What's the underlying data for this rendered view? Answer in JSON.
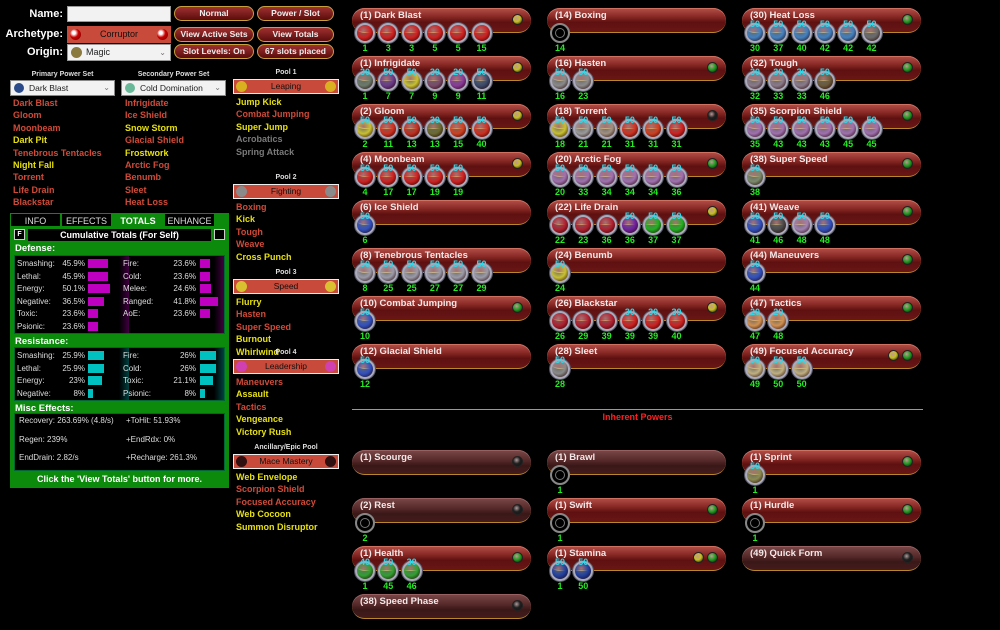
{
  "header": {
    "name_label": "Name:",
    "name_value": "",
    "archetype_label": "Archetype:",
    "archetype_value": "Corruptor",
    "origin_label": "Origin:",
    "origin_value": "Magic",
    "buttons": {
      "normal": "Normal",
      "power_slot": "Power / Slot",
      "view_active_sets": "View Active Sets",
      "view_totals": "View Totals",
      "slot_levels": "Slot Levels: On",
      "slots_placed": "67 slots placed"
    }
  },
  "primary": {
    "header": "Primary Power Set",
    "selected": "Dark Blast",
    "powers": [
      {
        "n": "Dark Blast",
        "c": "#d04a38"
      },
      {
        "n": "Gloom",
        "c": "#d04a38"
      },
      {
        "n": "Moonbeam",
        "c": "#d04a38"
      },
      {
        "n": "Dark Pit",
        "c": "#e6e010"
      },
      {
        "n": "Tenebrous Tentacles",
        "c": "#d04a38"
      },
      {
        "n": "Night Fall",
        "c": "#e6e010"
      },
      {
        "n": "Torrent",
        "c": "#d04a38"
      },
      {
        "n": "Life Drain",
        "c": "#d04a38"
      },
      {
        "n": "Blackstar",
        "c": "#d04a38"
      }
    ]
  },
  "secondary": {
    "header": "Secondary Power Set",
    "selected": "Cold Domination",
    "powers": [
      {
        "n": "Infrigidate",
        "c": "#d04a38"
      },
      {
        "n": "Ice Shield",
        "c": "#d04a38"
      },
      {
        "n": "Snow Storm",
        "c": "#e6e010"
      },
      {
        "n": "Glacial Shield",
        "c": "#d04a38"
      },
      {
        "n": "Frostwork",
        "c": "#e6e010"
      },
      {
        "n": "Arctic Fog",
        "c": "#d04a38"
      },
      {
        "n": "Benumb",
        "c": "#d04a38"
      },
      {
        "n": "Sleet",
        "c": "#d04a38"
      },
      {
        "n": "Heat Loss",
        "c": "#d04a38"
      }
    ]
  },
  "pools": [
    {
      "title": "Pool 1",
      "name": "Leaping",
      "icon": "#d8b020",
      "powers": [
        {
          "n": "Jump Kick",
          "c": "#e6e010"
        },
        {
          "n": "Combat Jumping",
          "c": "#d04a38"
        },
        {
          "n": "Super Jump",
          "c": "#e6e010"
        },
        {
          "n": "Acrobatics",
          "c": "#7a7a7a"
        },
        {
          "n": "Spring Attack",
          "c": "#7a7a7a"
        }
      ]
    },
    {
      "title": "Pool 2",
      "name": "Fighting",
      "icon": "#8a8a8a",
      "powers": [
        {
          "n": "Boxing",
          "c": "#d04a38"
        },
        {
          "n": "Kick",
          "c": "#e6e010"
        },
        {
          "n": "Tough",
          "c": "#d04a38"
        },
        {
          "n": "Weave",
          "c": "#d04a38"
        },
        {
          "n": "Cross Punch",
          "c": "#e6e010"
        }
      ]
    },
    {
      "title": "Pool 3",
      "name": "Speed",
      "icon": "#d8c030",
      "powers": [
        {
          "n": "Flurry",
          "c": "#e6e010"
        },
        {
          "n": "Hasten",
          "c": "#d04a38"
        },
        {
          "n": "Super Speed",
          "c": "#d04a38"
        },
        {
          "n": "Burnout",
          "c": "#e6e010"
        },
        {
          "n": "Whirlwind",
          "c": "#e6e010"
        }
      ]
    },
    {
      "title": "Pool 4",
      "name": "Leadership",
      "icon": "#d040b0",
      "powers": [
        {
          "n": "Maneuvers",
          "c": "#d04a38"
        },
        {
          "n": "Assault",
          "c": "#e6e010"
        },
        {
          "n": "Tactics",
          "c": "#d04a38"
        },
        {
          "n": "Vengeance",
          "c": "#e6e010"
        },
        {
          "n": "Victory Rush",
          "c": "#e6e010"
        }
      ]
    },
    {
      "title": "Ancillary/Epic Pool",
      "name": "Mace Mastery",
      "icon": "#301010",
      "powers": [
        {
          "n": "Web Envelope",
          "c": "#e6e010"
        },
        {
          "n": "Scorpion Shield",
          "c": "#d04a38"
        },
        {
          "n": "Focused Accuracy",
          "c": "#d04a38"
        },
        {
          "n": "Web Cocoon",
          "c": "#e6e010"
        },
        {
          "n": "Summon Disruptor",
          "c": "#e6e010"
        }
      ]
    }
  ],
  "totals": {
    "tabs": [
      "INFO",
      "EFFECTS",
      "TOTALS",
      "ENHANCE"
    ],
    "active_tab": "TOTALS",
    "f_button": "F",
    "title": "Cumulative Totals (For Self)",
    "defense_label": "Defense:",
    "defense": [
      {
        "n": "Smashing:",
        "v": "45.9%",
        "p": 45.9
      },
      {
        "n": "Lethal:",
        "v": "45.9%",
        "p": 45.9
      },
      {
        "n": "Energy:",
        "v": "50.1%",
        "p": 50.1
      },
      {
        "n": "Negative:",
        "v": "36.5%",
        "p": 36.5
      },
      {
        "n": "Toxic:",
        "v": "23.6%",
        "p": 23.6
      },
      {
        "n": "Psionic:",
        "v": "23.6%",
        "p": 23.6
      },
      {
        "n": "Fire:",
        "v": "23.6%",
        "p": 23.6
      },
      {
        "n": "Cold:",
        "v": "23.6%",
        "p": 23.6
      },
      {
        "n": "Melee:",
        "v": "24.6%",
        "p": 24.6
      },
      {
        "n": "Ranged:",
        "v": "41.8%",
        "p": 41.8
      },
      {
        "n": "AoE:",
        "v": "23.6%",
        "p": 23.6
      }
    ],
    "resistance_label": "Resistance:",
    "resistance": [
      {
        "n": "Smashing:",
        "v": "25.9%",
        "p": 25.9
      },
      {
        "n": "Lethal:",
        "v": "25.9%",
        "p": 25.9
      },
      {
        "n": "Energy:",
        "v": "23%",
        "p": 23
      },
      {
        "n": "Negative:",
        "v": "8%",
        "p": 8
      },
      {
        "n": "Fire:",
        "v": "26%",
        "p": 26
      },
      {
        "n": "Cold:",
        "v": "26%",
        "p": 26
      },
      {
        "n": "Toxic:",
        "v": "21.1%",
        "p": 21.1
      },
      {
        "n": "Psionic:",
        "v": "8%",
        "p": 8
      }
    ],
    "misc_label": "Misc Effects:",
    "misc": [
      "Recovery: 263.69% (4.8/s)",
      "+ToHit: 51.93%",
      "Regen: 239%",
      "+EndRdx: 0%",
      "EndDrain: 2.82/s",
      "+Recharge: 261.3%"
    ],
    "footer": "Click the 'View Totals' button for more.",
    "defense_color": "#c000c0",
    "resistance_color": "#00c0c0"
  },
  "build_columns": [
    [
      {
        "t": "(1) Dark Blast",
        "ind": [
          "#c8c020"
        ],
        "s": [
          [
            "",
            "1",
            "#d02020"
          ],
          [
            "",
            "3",
            "#d02020"
          ],
          [
            "",
            "3",
            "#d02020"
          ],
          [
            "",
            "5",
            "#d02020"
          ],
          [
            "",
            "5",
            "#d02020"
          ],
          [
            "",
            "15",
            "#d02020"
          ]
        ]
      },
      {
        "t": "(1) Infrigidate",
        "ind": [
          "#c8c020"
        ],
        "s": [
          [
            "30",
            "1",
            "#6a7a6a"
          ],
          [
            "50",
            "7",
            "#6a3a8a"
          ],
          [
            "50",
            "7",
            "#c8c030"
          ],
          [
            "30",
            "9",
            "#7a4a6a"
          ],
          [
            "20",
            "9",
            "#8a3a9a"
          ],
          [
            "50",
            "11",
            "#3a4a6a"
          ]
        ]
      },
      {
        "t": "(2) Gloom",
        "ind": [
          "#c8c020"
        ],
        "s": [
          [
            "50",
            "2",
            "#c8c030"
          ],
          [
            "50",
            "11",
            "#d03020"
          ],
          [
            "50",
            "13",
            "#c03020"
          ],
          [
            "30",
            "13",
            "#6a6a30"
          ],
          [
            "50",
            "15",
            "#d04020"
          ],
          [
            "50",
            "40",
            "#d03020"
          ]
        ]
      },
      {
        "t": "(4) Moonbeam",
        "ind": [
          "#c8c020"
        ],
        "s": [
          [
            "50",
            "4",
            "#d02020"
          ],
          [
            "50",
            "17",
            "#d02020"
          ],
          [
            "50",
            "17",
            "#d02020"
          ],
          [
            "50",
            "19",
            "#d02020"
          ],
          [
            "50",
            "19",
            "#d02020"
          ]
        ]
      },
      {
        "t": "(6) Ice Shield",
        "ind": [],
        "s": [
          [
            "50",
            "6",
            "#3050c0"
          ]
        ]
      },
      {
        "t": "(8) Tenebrous Tentacles",
        "ind": [],
        "s": [
          [
            "50",
            "8",
            "#9a9aa8"
          ],
          [
            "50",
            "25",
            "#9a9aa8"
          ],
          [
            "50",
            "25",
            "#9a9aa8"
          ],
          [
            "50",
            "27",
            "#9a9aa8"
          ],
          [
            "50",
            "27",
            "#9a9aa8"
          ],
          [
            "50",
            "29",
            "#9a9aa8"
          ]
        ]
      },
      {
        "t": "(10) Combat Jumping",
        "ind": [
          "#20a020"
        ],
        "s": [
          [
            "50",
            "10",
            "#3050c0"
          ]
        ]
      },
      {
        "t": "(12) Glacial Shield",
        "ind": [],
        "s": [
          [
            "50",
            "12",
            "#3050c0"
          ]
        ]
      }
    ],
    [
      {
        "t": "(14) Boxing",
        "ind": [],
        "s": [
          [
            "",
            "14",
            "empty"
          ]
        ]
      },
      {
        "t": "(16) Hasten",
        "ind": [
          "#20a020"
        ],
        "s": [
          [
            "50",
            "16",
            "#8a8a8a"
          ],
          [
            "50",
            "23",
            "#8a8a8a"
          ]
        ]
      },
      {
        "t": "(18) Torrent",
        "ind": [
          "#202020"
        ],
        "s": [
          [
            "50",
            "18",
            "#c8c030"
          ],
          [
            "50",
            "21",
            "#9a9a9a"
          ],
          [
            "50",
            "21",
            "#a09080"
          ],
          [
            "50",
            "31",
            "#d03020"
          ],
          [
            "50",
            "31",
            "#d04020"
          ],
          [
            "50",
            "31",
            "#d02020"
          ]
        ]
      },
      {
        "t": "(20) Arctic Fog",
        "ind": [
          "#20a020"
        ],
        "s": [
          [
            "50",
            "20",
            "#a070b0"
          ],
          [
            "50",
            "33",
            "#a070b0"
          ],
          [
            "50",
            "34",
            "#a070b0"
          ],
          [
            "50",
            "34",
            "#a070b0"
          ],
          [
            "50",
            "34",
            "#a070b0"
          ],
          [
            "50",
            "36",
            "#a070b0"
          ]
        ]
      },
      {
        "t": "(22) Life Drain",
        "ind": [
          "#c8c020"
        ],
        "s": [
          [
            "",
            "22",
            "#b02030"
          ],
          [
            "",
            "23",
            "#b02030"
          ],
          [
            "",
            "36",
            "#b02030"
          ],
          [
            "50",
            "36",
            "#7020a0"
          ],
          [
            "50",
            "37",
            "#20b020"
          ],
          [
            "50",
            "37",
            "#20b020"
          ]
        ]
      },
      {
        "t": "(24) Benumb",
        "ind": [],
        "s": [
          [
            "50",
            "24",
            "#c8c030"
          ]
        ]
      },
      {
        "t": "(26) Blackstar",
        "ind": [
          "#c8c020"
        ],
        "s": [
          [
            "",
            "26",
            "#b02030"
          ],
          [
            "",
            "29",
            "#b02030"
          ],
          [
            "",
            "39",
            "#b02030"
          ],
          [
            "30",
            "39",
            "#d02020"
          ],
          [
            "30",
            "39",
            "#d02020"
          ],
          [
            "30",
            "40",
            "#d02020"
          ]
        ]
      },
      {
        "t": "(28) Sleet",
        "ind": [],
        "s": [
          [
            "50",
            "28",
            "#8a8a8a"
          ]
        ]
      }
    ],
    [
      {
        "t": "(30) Heat Loss",
        "ind": [
          "#20a020"
        ],
        "s": [
          [
            "50",
            "30",
            "#4080c0"
          ],
          [
            "50",
            "37",
            "#4080c0"
          ],
          [
            "50",
            "40",
            "#4080c0"
          ],
          [
            "50",
            "42",
            "#4080c0"
          ],
          [
            "50",
            "42",
            "#4080c0"
          ],
          [
            "50",
            "42",
            "#6a6a6a"
          ]
        ]
      },
      {
        "t": "(32) Tough",
        "ind": [
          "#20a020"
        ],
        "s": [
          [
            "30",
            "32",
            "#8a7a8a"
          ],
          [
            "30",
            "33",
            "#8a7a8a"
          ],
          [
            "30",
            "33",
            "#8a7a8a"
          ],
          [
            "50",
            "46",
            "#6a5a3a"
          ]
        ]
      },
      {
        "t": "(35) Scorpion Shield",
        "ind": [
          "#20a020"
        ],
        "s": [
          [
            "50",
            "35",
            "#a070b0"
          ],
          [
            "50",
            "43",
            "#a070b0"
          ],
          [
            "50",
            "43",
            "#a070b0"
          ],
          [
            "50",
            "43",
            "#a070b0"
          ],
          [
            "50",
            "45",
            "#a070b0"
          ],
          [
            "50",
            "45",
            "#a070b0"
          ]
        ]
      },
      {
        "t": "(38) Super Speed",
        "ind": [
          "#20a020"
        ],
        "s": [
          [
            "50",
            "38",
            "#7a8a6a"
          ]
        ]
      },
      {
        "t": "(41) Weave",
        "ind": [
          "#20a020"
        ],
        "s": [
          [
            "50",
            "41",
            "#3050c0"
          ],
          [
            "50",
            "46",
            "#4a4a4a"
          ],
          [
            "50",
            "48",
            "#a080b0"
          ],
          [
            "50",
            "48",
            "#3050c0"
          ]
        ]
      },
      {
        "t": "(44) Maneuvers",
        "ind": [
          "#20a020"
        ],
        "s": [
          [
            "50",
            "44",
            "#3050c0"
          ]
        ]
      },
      {
        "t": "(47) Tactics",
        "ind": [
          "#20a020"
        ],
        "s": [
          [
            "20",
            "47",
            "#d09050"
          ],
          [
            "20",
            "48",
            "#d09050"
          ]
        ]
      },
      {
        "t": "(49) Focused Accuracy",
        "ind": [
          "#c8c020",
          "#20a020"
        ],
        "s": [
          [
            "50",
            "49",
            "#c0b080"
          ],
          [
            "50",
            "50",
            "#c0b080"
          ],
          [
            "50",
            "50",
            "#c0b080"
          ]
        ]
      }
    ]
  ],
  "inherent_label": "Inherent Powers",
  "inherent_columns": [
    [
      {
        "t": "(1) Scourge",
        "dim": true,
        "ind": [
          "#202020"
        ],
        "s": []
      },
      {
        "t": "(2) Rest",
        "dim": true,
        "ind": [
          "#202020"
        ],
        "s": [
          [
            "",
            "2",
            "empty"
          ]
        ]
      },
      {
        "t": "(1) Health",
        "ind": [
          "#20a020"
        ],
        "s": [
          [
            "40",
            "1",
            "#30a030"
          ],
          [
            "50",
            "45",
            "#30a030"
          ],
          [
            "30",
            "46",
            "#30a030"
          ]
        ]
      },
      {
        "t": "(38) Speed Phase",
        "dim": true,
        "ind": [
          "#202020"
        ],
        "s": []
      }
    ],
    [
      {
        "t": "(1) Brawl",
        "dim": true,
        "ind": [],
        "s": [
          [
            "",
            "1",
            "empty"
          ]
        ]
      },
      {
        "t": "(1) Swift",
        "ind": [
          "#20a020"
        ],
        "s": [
          [
            "",
            "1",
            "empty"
          ]
        ]
      },
      {
        "t": "(1) Stamina",
        "ind": [
          "#c8c020",
          "#20a020"
        ],
        "s": [
          [
            "50",
            "1",
            "#2040a0"
          ],
          [
            "50",
            "50",
            "#2040a0"
          ]
        ]
      }
    ],
    [
      {
        "t": "(1) Sprint",
        "ind": [
          "#20a020"
        ],
        "s": [
          [
            "50",
            "1",
            "#8a8a50"
          ]
        ]
      },
      {
        "t": "(1) Hurdle",
        "ind": [
          "#20a020"
        ],
        "s": [
          [
            "",
            "1",
            "empty"
          ]
        ]
      },
      {
        "t": "(49) Quick Form",
        "dim": true,
        "ind": [
          "#202020"
        ],
        "s": []
      }
    ]
  ]
}
